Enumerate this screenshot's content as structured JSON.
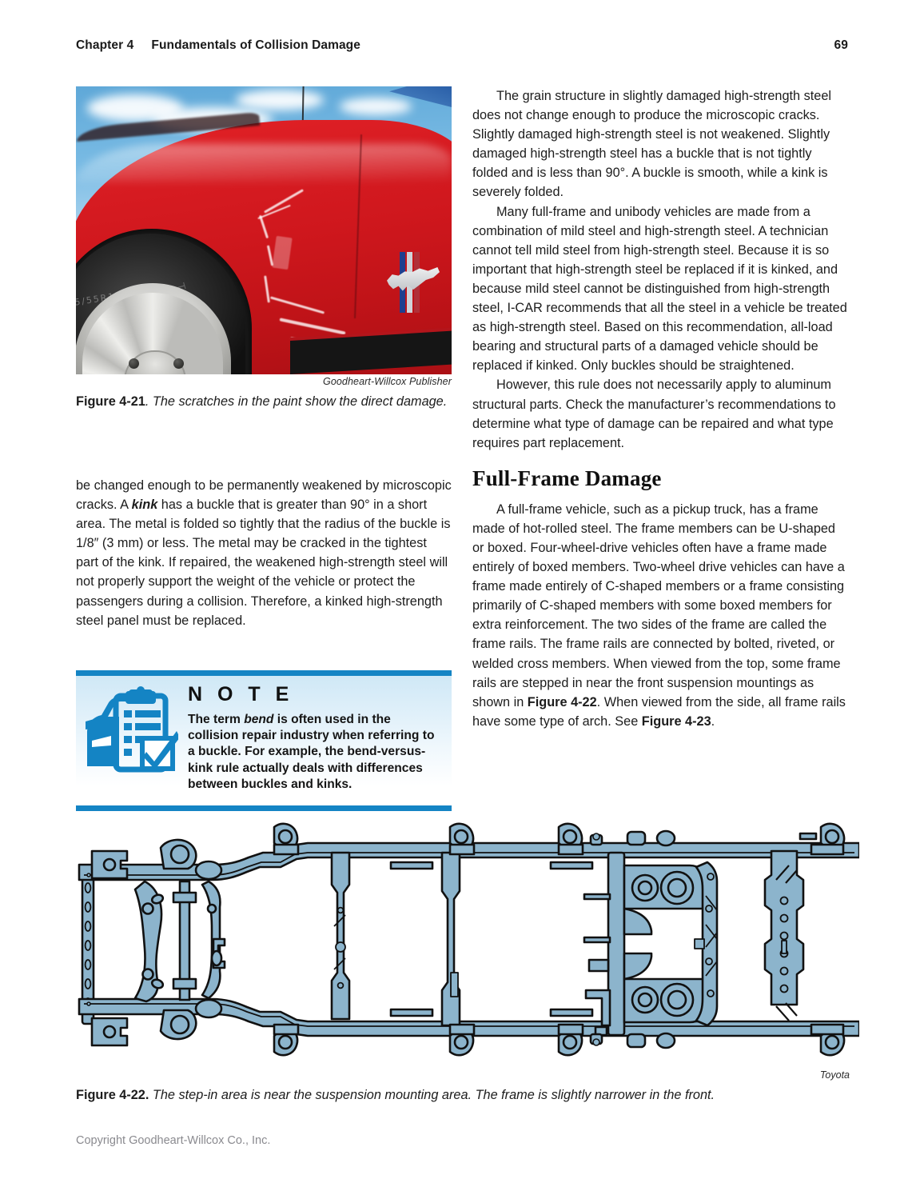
{
  "header": {
    "chapter_label": "Chapter 4",
    "chapter_title": "Fundamentals of Collision Damage",
    "page_number": "69"
  },
  "figure_4_21": {
    "credit": "Goodheart-Willcox Publisher",
    "caption_label": "Figure 4-21",
    "caption_text": ". The scratches in the paint show the direct damage.",
    "alt": "Close-up photograph of a red Ford Mustang front fender and wheel showing paint scratches from direct collision damage"
  },
  "left_column": {
    "paragraph_1": "be changed enough to be permanently weakened by microscopic cracks. A ",
    "paragraph_1_italic_bold": "kink",
    "paragraph_1_cont": " has a buckle that is greater than 90° in a short area. The metal is folded so tightly that the radius of the buckle is 1/8″ (3 mm) or less. The metal may be cracked in the tightest part of the kink. If repaired, the weakened high-strength steel will not properly support the weight of the vehicle or protect the passengers during a collision. Therefore, a kinked high-strength steel panel must be replaced."
  },
  "note_box": {
    "title": "N O T E",
    "text_part_1": "The term ",
    "text_italic": "bend",
    "text_part_2": " is often used in the collision repair industry when referring to a buckle. For example, the bend-versus-kink rule actually deals with differences between buckles and kinks.",
    "icon_name": "clipboard-checklist-car-icon",
    "accent_color": "#1484c4"
  },
  "right_column": {
    "paragraph_1": "The grain structure in slightly damaged high-strength steel does not change enough to produce the microscopic cracks. Slightly damaged high-strength steel is not weakened. Slightly damaged high-strength steel has a buckle that is not tightly folded and is less than 90°. A buckle is smooth, while a kink is severely folded.",
    "paragraph_2": "Many full-frame and unibody vehicles are made from a combination of mild steel and high-strength steel. A technician cannot tell mild steel from high-strength steel. Because it is so important that high-strength steel be replaced if it is kinked, and because mild steel cannot be distinguished from high-strength steel, I-CAR recommends that all the steel in a vehicle be treated as high-strength steel. Based on this recommendation, all-load bearing and structural parts of a damaged vehicle should be replaced if kinked. Only buckles should be straightened.",
    "paragraph_3": "However, this rule does not necessarily apply to aluminum structural parts. Check the manufacturer’s recommendations to determine what type of damage can be repaired and what type requires part replacement.",
    "section_heading": "Full-Frame Damage",
    "paragraph_4_a": "A full-frame vehicle, such as a pickup truck, has a frame made of hot-rolled steel. The frame members can be U-shaped or boxed. Four-wheel-drive vehicles often have a frame made entirely of boxed members. Two-wheel drive vehicles can have a frame made entirely of C-shaped members or a frame consisting primarily of C-shaped members with some boxed members for extra reinforcement. The two sides of the frame are called the frame rails. The frame rails are connected by bolted, riveted, or welded cross members. When viewed from the top, some frame rails are stepped in near the front suspension mountings as shown in ",
    "paragraph_4_ref_1": "Figure 4-22",
    "paragraph_4_b": ". When viewed from the side, all frame rails have some type of arch. See ",
    "paragraph_4_ref_2": "Figure 4-23",
    "paragraph_4_c": "."
  },
  "figure_4_22": {
    "credit": "Toyota",
    "caption_label": "Figure 4-22.",
    "caption_text": " The step-in area is near the suspension mounting area. The frame is slightly narrower in the front.",
    "alt": "Top view technical illustration of a full pickup truck frame showing frame rails, cross members, and the step-in area near the front suspension mountings",
    "frame_fill_color": "#8cb4cc",
    "frame_stroke_color": "#1a1a1a"
  },
  "footer": {
    "copyright": "Copyright Goodheart-Willcox Co., Inc."
  }
}
